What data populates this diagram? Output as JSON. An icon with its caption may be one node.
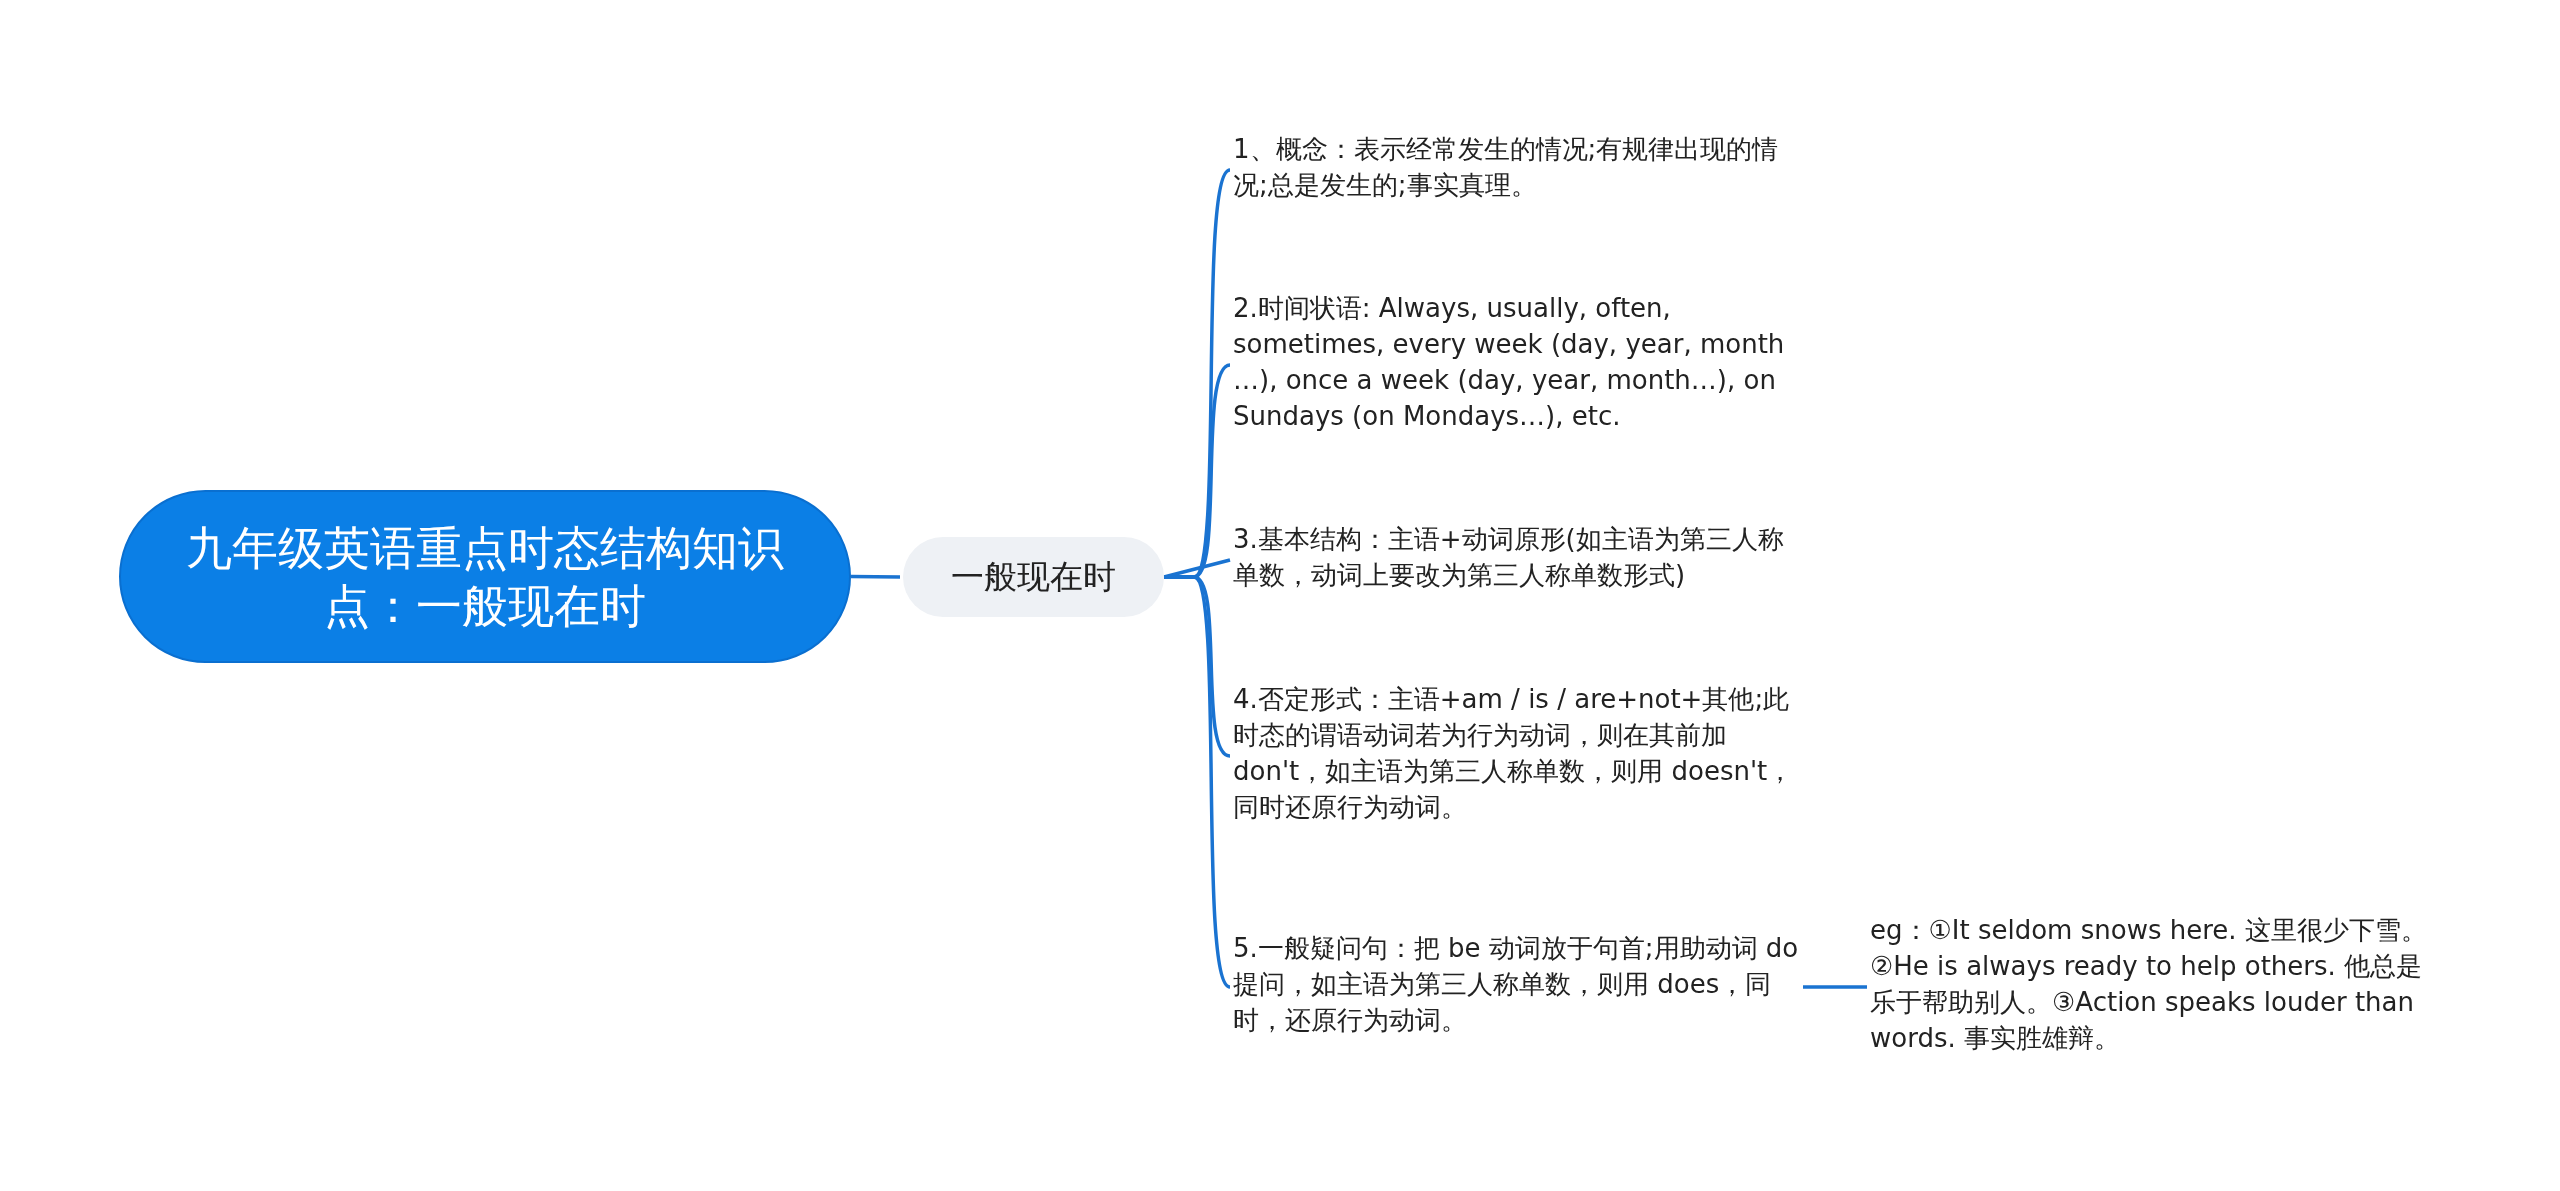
{
  "diagram": {
    "nodes": [
      {
        "text": [
          "九年级英语重点时态结构知识点：一般现在时"
        ]
      },
      {
        "text": [
          "一般现在时"
        ]
      },
      {
        "text": [
          "1、概念：表示经常发生的情况;有规律出现的情况;总是发生的;事实真理。"
        ]
      },
      {
        "text": [
          "2.时间状语: Always, usually, often, sometimes, every week (day, year, month …), once a week (day, year, month…), on Sundays (on Mondays…), etc."
        ]
      },
      {
        "text": [
          "3.基本结构：主语+动词原形(如主语为第三人称单数，动词上要改为第三人称单数形式)"
        ]
      },
      {
        "text": [
          "4.否定形式：主语+am / is / are+not+其他;此时态的谓语动词若为行为动词，则在其前加 don't，如主语为第三人称单数，则用 doesn't，同时还原行为动词。"
        ]
      },
      {
        "text": [
          "5.一般疑问句：把 be 动词放于句首;用助动词 do 提问，如主语为第三人称单数，则用 does，同时，还原行为动词。"
        ]
      },
      {
        "text": [
          "eg：①It seldom snows here. 这里很少下雪。②He is always ready to help others. 他总是乐于帮助别人。③Action speaks louder than words. 事实胜雄辩。"
        ]
      }
    ],
    "edges": [
      {
        "from": 0,
        "to": 1,
        "arrow": "none"
      },
      {
        "from": 1,
        "to": 2,
        "arrow": "none"
      },
      {
        "from": 1,
        "to": 3,
        "arrow": "none"
      },
      {
        "from": 1,
        "to": 4,
        "arrow": "none"
      },
      {
        "from": 1,
        "to": 5,
        "arrow": "none"
      },
      {
        "from": 1,
        "to": 6,
        "arrow": "none"
      },
      {
        "from": 6,
        "to": 7,
        "arrow": "none"
      }
    ]
  }
}
